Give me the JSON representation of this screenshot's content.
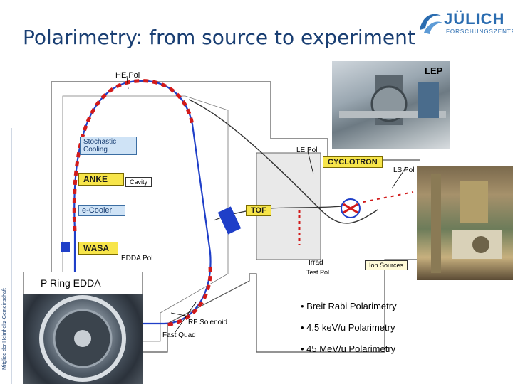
{
  "slide": {
    "title": "Polarimetry: from source to experiment",
    "vertical_caption": "Mitglied der Helmholtz-Gemeinschaft"
  },
  "logo": {
    "word": "JÜLICH",
    "subtitle": "FORSCHUNGSZENTRUM",
    "color": "#2a6cb0"
  },
  "plan_labels": {
    "he_pol": "HE Pol",
    "stochastic_cooling": "Stochastic Cooling",
    "anke": "ANKE",
    "cavity": "Cavity",
    "e_cooler": "e-Cooler",
    "wasa": "WASA",
    "edda_pol": "EDDA Pol",
    "le_pol": "LE Pol",
    "cyclotron": "CYCLOTRON",
    "ls_pol": "LS Pol",
    "tof": "TOF",
    "irrad": "Irrad",
    "test_pol": "Test Pol",
    "ion_sources": "Ion Sources",
    "rf_solenoid": "RF Solenoid",
    "fast_quad": "Fast Quad"
  },
  "photos": {
    "lep_label": "LEP",
    "pring_label": "P Ring  EDDA"
  },
  "bullets": [
    "• Breit Rabi Polarimetry",
    "• 4.5 keV/u Polarimetry",
    "• 45 MeV/u Polarimetry"
  ],
  "colors": {
    "title": "#1a3f73",
    "beamline_red": "#d21a1a",
    "beamline_blue": "#1f3fc8",
    "label_yellow": "#f7e54a",
    "label_blue": "#cfe3f6"
  }
}
